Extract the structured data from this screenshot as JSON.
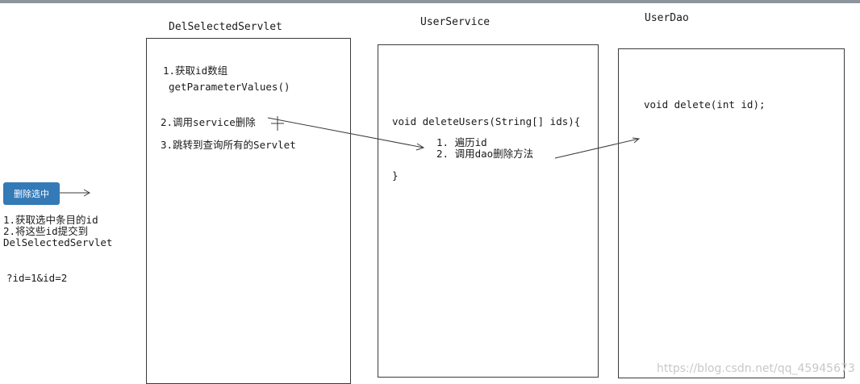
{
  "servlet": {
    "title": "DelSelectedServlet",
    "step1": "1.获取id数组",
    "step1_code": "getParameterValues()",
    "step2": "2.调用service删除",
    "step3": "3.跳转到查询所有的Servlet"
  },
  "service": {
    "title": "UserService",
    "signature": "void deleteUsers(String[] ids){",
    "item1": "1. 遍历id",
    "item2": "2. 调用dao删除方法",
    "close": "}"
  },
  "dao": {
    "title": "UserDao",
    "method": "void delete(int id);"
  },
  "client": {
    "button_label": "删除选中",
    "note1": "1.获取选中条目的id",
    "note2": "2.将这些id提交到",
    "note3": "DelSelectedServlet",
    "query": "?id=1&id=2"
  },
  "watermark": "https://blog.csdn.net/qq_45945673",
  "colors": {
    "button": "#337ab7",
    "lines": "#3a3a3a"
  }
}
